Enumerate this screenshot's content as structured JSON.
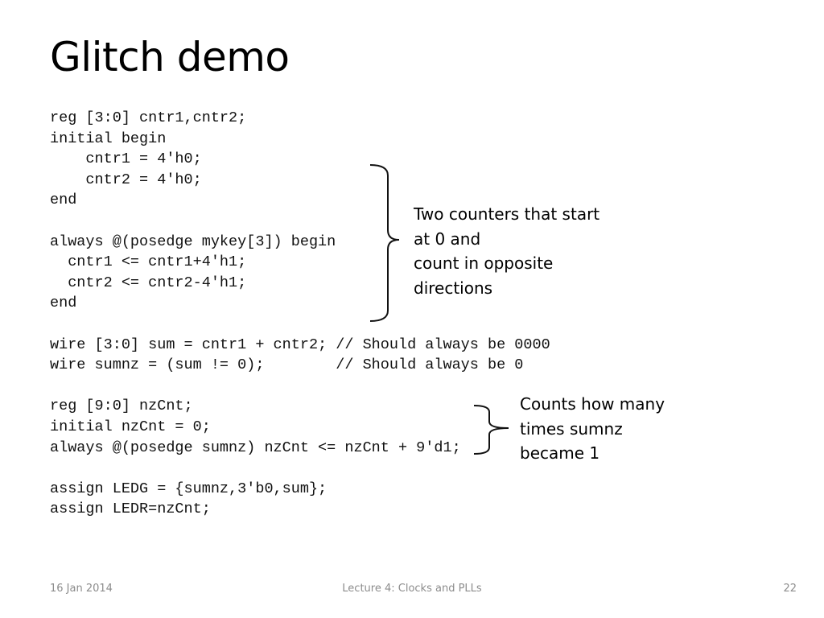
{
  "slide": {
    "title": "Glitch demo",
    "code_lines": [
      "reg [3:0] cntr1,cntr2;",
      "initial begin",
      "    cntr1 = 4'h0;",
      "    cntr2 = 4'h0;",
      "end",
      "",
      "always @(posedge mykey[3]) begin",
      "  cntr1 <= cntr1+4'h1;",
      "  cntr2 <= cntr2-4'h1;",
      "end",
      "",
      "wire [3:0] sum = cntr1 + cntr2; // Should always be 0000",
      "wire sumnz = (sum != 0);        // Should always be 0",
      "",
      "reg [9:0] nzCnt;",
      "initial nzCnt = 0;",
      "always @(posedge sumnz) nzCnt <= nzCnt + 9'd1;",
      "",
      "assign LEDG = {sumnz,3'b0,sum};",
      "assign LEDR=nzCnt;"
    ],
    "annotations": [
      {
        "lines": [
          "Two counters that start",
          "at 0 and",
          "count in opposite",
          "directions"
        ]
      },
      {
        "lines": [
          "Counts how many",
          "times sumnz",
          "became 1"
        ]
      }
    ]
  },
  "footer": {
    "date": "16 Jan 2014",
    "center": "Lecture 4: Clocks and PLLs",
    "page": "22"
  }
}
